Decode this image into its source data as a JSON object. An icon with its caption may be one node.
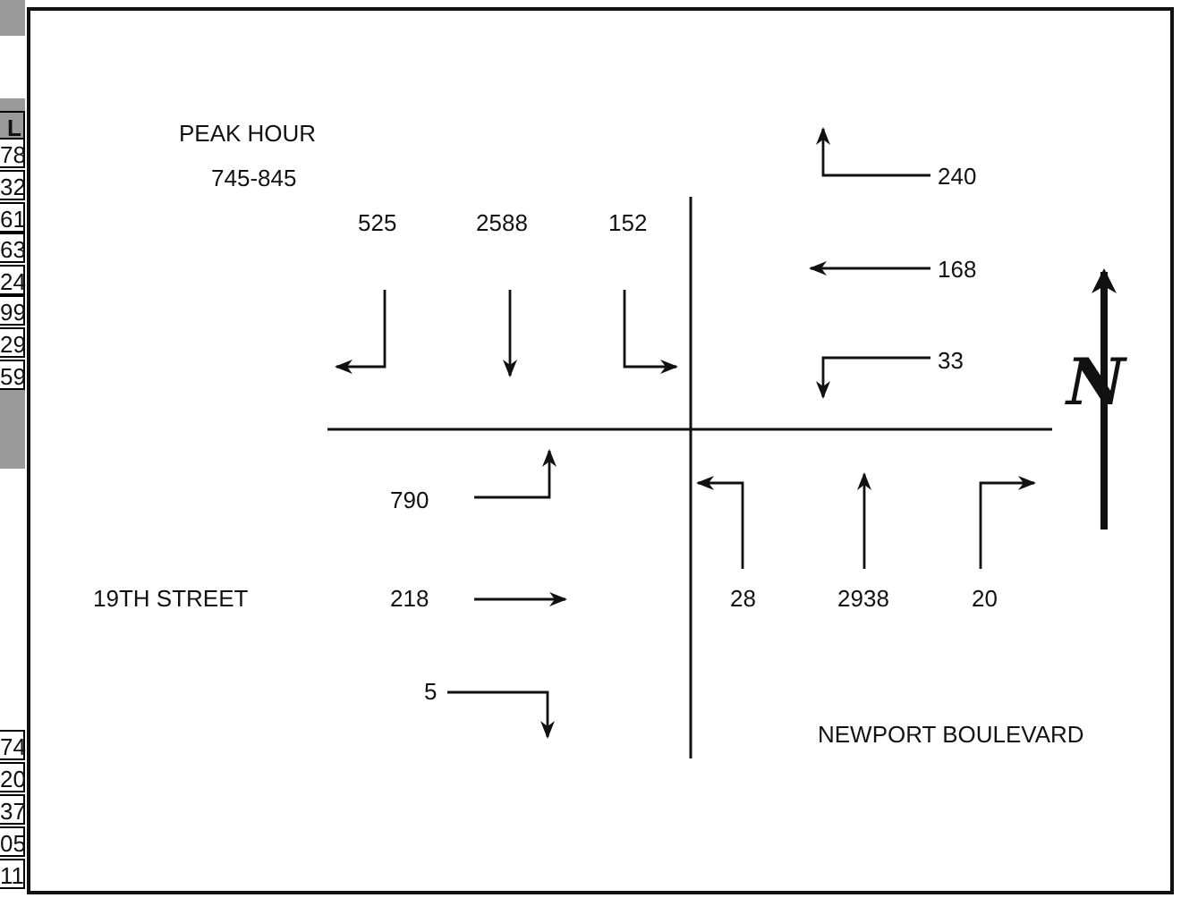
{
  "diagram": {
    "labels": [
      "L",
      "78",
      "32",
      "61",
      "63",
      "24",
      "99",
      "29",
      "59",
      "74",
      "20",
      "37",
      "05",
      "11",
      "PEAK HOUR",
      "745-845",
      "240",
      "525",
      "2588",
      "152",
      "168",
      "33",
      "790",
      "19TH STREET",
      "218",
      "28",
      "2938",
      "20",
      "5",
      "NEWPORT BOULEVARD",
      "N"
    ]
  }
}
